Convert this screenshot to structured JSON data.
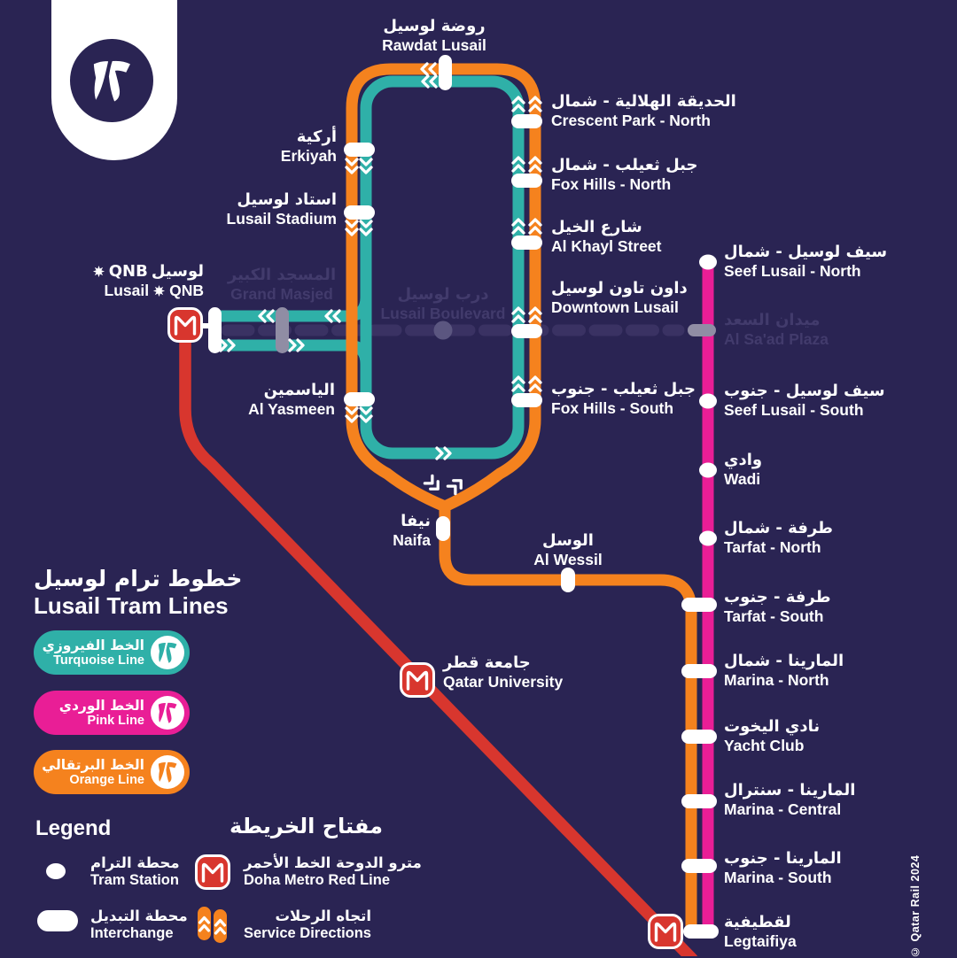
{
  "title": {
    "ar": "خطوط ترام لوسيل",
    "en": "Lusail Tram Lines"
  },
  "colors": {
    "background": "#2a2453",
    "orange": "#F5821E",
    "turquoise": "#2FB0A8",
    "pink": "#E91E96",
    "metro_red": "#D8362E",
    "faded_label": "#423b6c",
    "future_station_gray": "#908DA4"
  },
  "lines": {
    "turquoise": {
      "ar": "الخط الفيروزي",
      "en": "Turquoise Line",
      "color": "#2FB0A8"
    },
    "pink": {
      "ar": "الخط الوردي",
      "en": "Pink Line",
      "color": "#E91E96"
    },
    "orange": {
      "ar": "الخط البرتقالي",
      "en": "Orange Line",
      "color": "#F5821E"
    }
  },
  "stations": {
    "rawdat": {
      "ar": "روضة لوسيل",
      "en": "Rawdat Lusail"
    },
    "crescent_n": {
      "ar": "الحديقة الهلالية - شمال",
      "en": "Crescent Park - North"
    },
    "fox_n": {
      "ar": "جبل ثعيلب - شمال",
      "en": "Fox Hills - North"
    },
    "khayl": {
      "ar": "شارع الخيل",
      "en": "Al Khayl Street"
    },
    "downtown": {
      "ar": "داون تاون لوسيل",
      "en": "Downtown Lusail"
    },
    "fox_s": {
      "ar": "جبل ثعيلب - جنوب",
      "en": "Fox Hills - South"
    },
    "erkiyah": {
      "ar": "أركية",
      "en": "Erkiyah"
    },
    "stadium": {
      "ar": "استاد لوسيل",
      "en": "Lusail Stadium"
    },
    "yasmeen": {
      "ar": "الياسمين",
      "en": "Al Yasmeen"
    },
    "qnb": {
      "ar": "لوسيل",
      "en": "Lusail",
      "brand": "QNB"
    },
    "grand_masjed": {
      "ar": "المسجد الكبير",
      "en": "Grand Masjed"
    },
    "boulevard": {
      "ar": "درب لوسيل",
      "en": "Lusail Boulevard"
    },
    "naifa": {
      "ar": "نيفا",
      "en": "Naifa"
    },
    "wessil": {
      "ar": "الوسل",
      "en": "Al Wessil"
    },
    "qatar_university": {
      "ar": "جامعة قطر",
      "en": "Qatar University"
    },
    "seef_n": {
      "ar": "سيف لوسيل - شمال",
      "en": "Seef Lusail - North"
    },
    "saad_plaza": {
      "ar": "ميدان السعد",
      "en": "Al Sa'ad Plaza"
    },
    "seef_s": {
      "ar": "سيف لوسيل - جنوب",
      "en": "Seef Lusail - South"
    },
    "wadi": {
      "ar": "وادي",
      "en": "Wadi"
    },
    "tarfat_n": {
      "ar": "طرفة - شمال",
      "en": "Tarfat - North"
    },
    "tarfat_s": {
      "ar": "طرفة - جنوب",
      "en": "Tarfat - South"
    },
    "marina_n": {
      "ar": "المارينا - شمال",
      "en": "Marina - North"
    },
    "yacht": {
      "ar": "نادي اليخوت",
      "en": "Yacht Club"
    },
    "marina_c": {
      "ar": "المارينا - سنترال",
      "en": "Marina - Central"
    },
    "marina_s": {
      "ar": "المارينا - جنوب",
      "en": "Marina - South"
    },
    "legtaifiya": {
      "ar": "لقطيفية",
      "en": "Legtaifiya"
    }
  },
  "legend": {
    "heading_en": "Legend",
    "heading_ar": "مفتاح الخريطة",
    "tram_station": {
      "ar": "محطة الترام",
      "en": "Tram Station"
    },
    "interchange": {
      "ar": "محطة التبديل",
      "en": "Interchange"
    },
    "metro": {
      "ar": "مترو الدوحة الخط الأحمر",
      "en": "Doha Metro Red Line"
    },
    "directions": {
      "ar": "اتجاه الرحلات",
      "en": "Service Directions"
    }
  },
  "copyright": "© Qatar Rail 2024"
}
